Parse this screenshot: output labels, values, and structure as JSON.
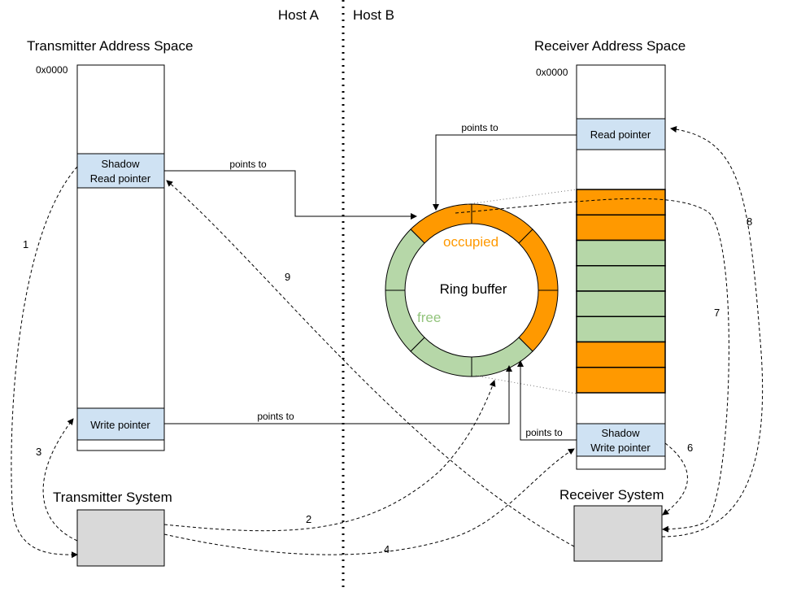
{
  "hosts": {
    "a": "Host A",
    "b": "Host B"
  },
  "transmitter": {
    "title": "Transmitter Address Space",
    "address": "0x0000",
    "shadow_read_pointer": [
      "Shadow",
      "Read pointer"
    ],
    "write_pointer": "Write pointer",
    "system": "Transmitter System"
  },
  "receiver": {
    "title": "Receiver Address Space",
    "address": "0x0000",
    "read_pointer": "Read pointer",
    "shadow_write_pointer": [
      "Shadow",
      "Write pointer"
    ],
    "system": "Receiver System",
    "slots": [
      "occupied",
      "occupied",
      "free",
      "free",
      "free",
      "free",
      "occupied",
      "occupied"
    ]
  },
  "ring": {
    "label": "Ring buffer",
    "occupied_label": "occupied",
    "free_label": "free",
    "segments": [
      "occupied",
      "occupied",
      "occupied",
      "occupied",
      "free",
      "free",
      "free",
      "free"
    ]
  },
  "edges": {
    "points_to": "points to"
  },
  "steps": [
    "1",
    "2",
    "3",
    "4",
    "6",
    "7",
    "8",
    "9"
  ],
  "colors": {
    "occupied": "#ff9900",
    "free": "#b6d7a8",
    "pointer": "#cfe2f3",
    "system": "#d9d9d9"
  }
}
